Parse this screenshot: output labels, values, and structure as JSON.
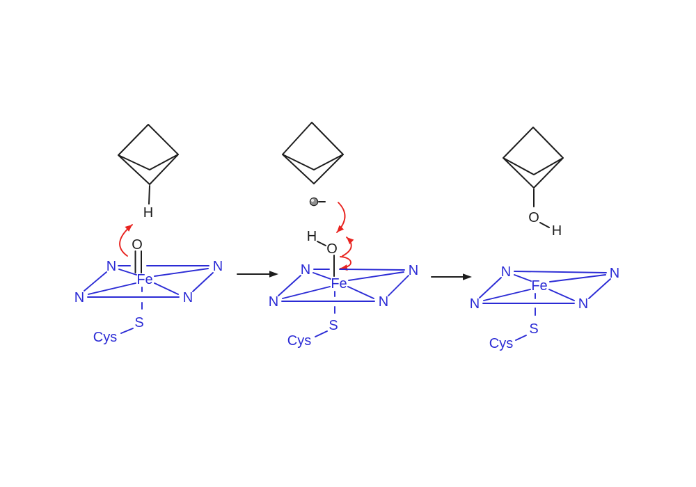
{
  "colors": {
    "bond_blue": "#2b2bd5",
    "arrow_red": "#e8231f",
    "ink_black": "#1d1d1d",
    "sphere_gray": "#8f8f8f",
    "sphere_highlight": "#e9e9e9",
    "background": "#ffffff"
  },
  "step1": {
    "substrate_h": "H",
    "oxo_o": "O",
    "n_top_left": "N",
    "n_top_right": "N",
    "n_bottom_left": "N",
    "n_bottom_right": "N",
    "fe": "Fe",
    "s": "S",
    "cys": "Cys"
  },
  "step2": {
    "hydroxyl_h": "H",
    "hydroxyl_o": "O",
    "n_top_left": "N",
    "n_top_right": "N",
    "n_bottom_left": "N",
    "n_bottom_right": "N",
    "fe": "Fe",
    "s": "S",
    "cys": "Cys"
  },
  "step3": {
    "alcohol_o": "O",
    "alcohol_h": "H",
    "n_top_left": "N",
    "n_top_right": "N",
    "n_bottom_left": "N",
    "n_bottom_right": "N",
    "fe": "Fe",
    "s": "S",
    "cys": "Cys"
  }
}
